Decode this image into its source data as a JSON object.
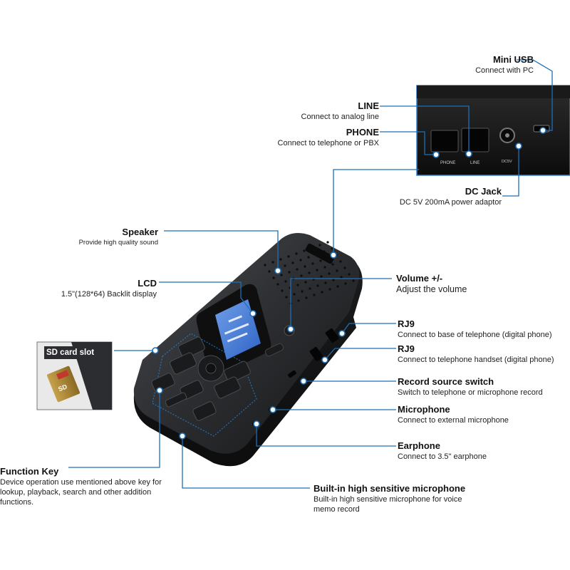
{
  "accent_color": "#1e6fb5",
  "labels": {
    "mini_usb": {
      "title": "Mini USB",
      "desc": "Connect with PC"
    },
    "line": {
      "title": "LINE",
      "desc": "Connect to analog line"
    },
    "phone": {
      "title": "PHONE",
      "desc": "Connect to telephone or PBX"
    },
    "dc_jack": {
      "title": "DC Jack",
      "desc": "DC 5V 200mA power adaptor"
    },
    "speaker": {
      "title": "Speaker",
      "desc": "Provide high quality sound"
    },
    "lcd": {
      "title": "LCD",
      "desc": "1.5\"(128*64) Backlit display"
    },
    "volume": {
      "title": "Volume +/-",
      "desc": "Adjust the volume"
    },
    "sd_card": {
      "title": "SD card slot"
    },
    "rj9_base": {
      "title": "RJ9",
      "desc": "Connect to base of telephone (digital phone)"
    },
    "rj9_handset": {
      "title": "RJ9",
      "desc": "Connect to telephone handset (digital phone)"
    },
    "record_source": {
      "title": "Record source switch",
      "desc": "Switch to telephone or microphone record"
    },
    "microphone": {
      "title": "Microphone",
      "desc": "Connect to external microphone"
    },
    "earphone": {
      "title": "Earphone",
      "desc": "Connect to 3.5\" earphone"
    },
    "function_key": {
      "title": "Function Key",
      "desc": "Device operation use mentioned above key for lookup, playback, search and other addition functions."
    },
    "builtin_mic": {
      "title": "Built-in high sensitive microphone",
      "desc": "Built-in high sensitive microphone for voice memo record"
    }
  },
  "port_labels": {
    "phone_port": "PHONE",
    "line_port": "LINE",
    "dc_port": "DC5V",
    "sd_card_text": "SD"
  }
}
